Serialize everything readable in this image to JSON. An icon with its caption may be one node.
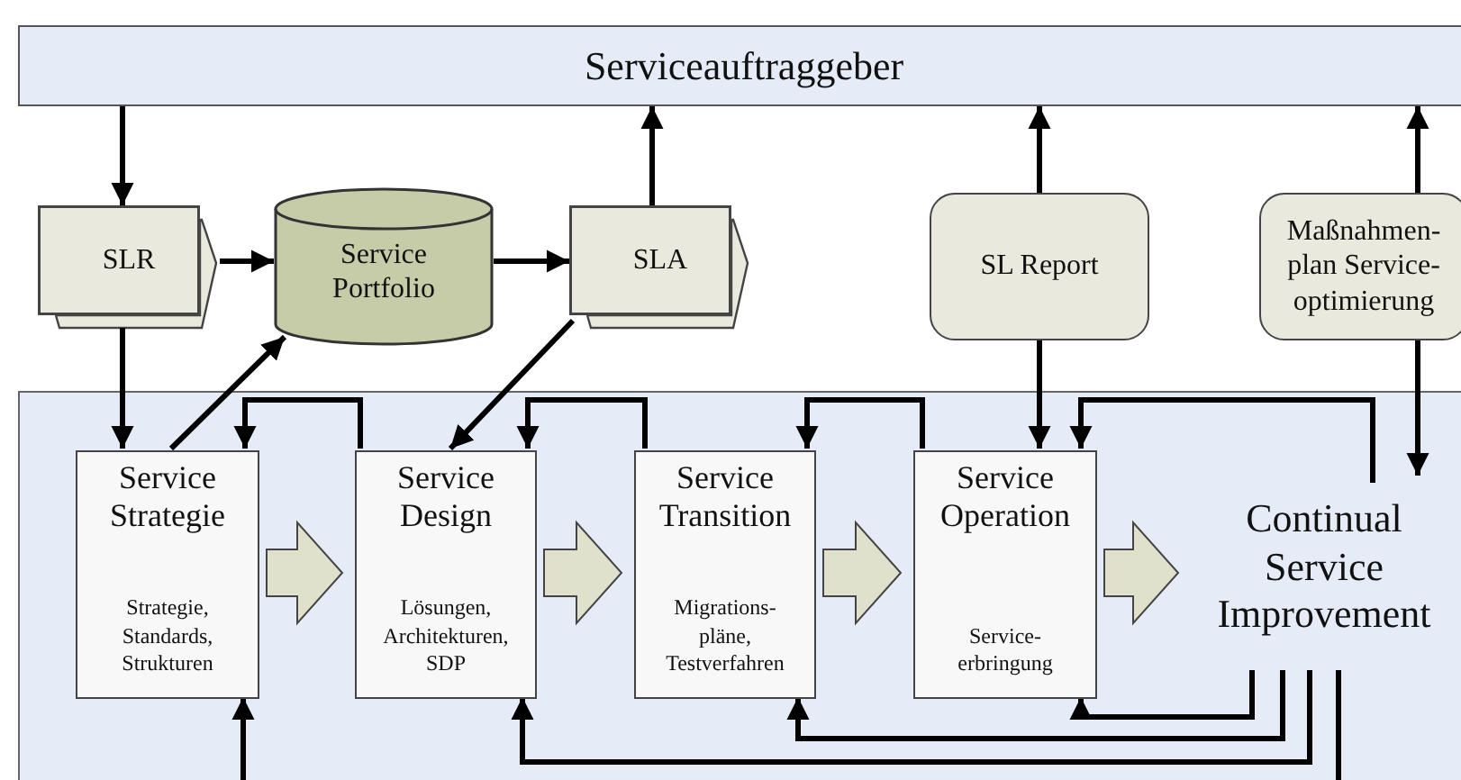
{
  "diagram": {
    "nodes": [
      {
        "text": [
          "Serviceauftraggeber"
        ]
      },
      {
        "text": [
          "SLR"
        ]
      },
      {
        "text": [
          "Service Portfolio"
        ]
      },
      {
        "text": [
          "SLA"
        ]
      },
      {
        "text": [
          "SL Report"
        ]
      },
      {
        "text": [
          "Maßnahmen- plan Service- optimierung"
        ]
      },
      {
        "text": [],
        "shape": "box"
      },
      {
        "text": [
          "Service Strategie",
          "Strategie, Standards, Strukturen"
        ],
        "in": 6
      },
      {
        "text": [
          "Service Design",
          "Lösungen, Architekturen, SDP"
        ],
        "in": 6
      },
      {
        "text": [
          "Service Transition",
          "Migrations- pläne, Testverfahren"
        ],
        "in": 6
      },
      {
        "text": [
          "Service Operation",
          "Service- erbringung"
        ],
        "in": 6
      },
      {
        "text": [
          "Continual Service Improvement"
        ],
        "in": 6
      }
    ],
    "edges": [
      {
        "from": 0,
        "to": 1,
        "arrow": "to"
      },
      {
        "from": 1,
        "to": 2,
        "arrow": "to"
      },
      {
        "from": 2,
        "to": 3,
        "arrow": "to"
      },
      {
        "from": 3,
        "to": 0,
        "arrow": "to"
      },
      {
        "from": 4,
        "to": 0,
        "arrow": "to"
      },
      {
        "from": 5,
        "to": 0,
        "arrow": "to"
      },
      {
        "from": 1,
        "to": 7,
        "arrow": "to"
      },
      {
        "from": 7,
        "to": 2,
        "arrow": "to"
      },
      {
        "from": 3,
        "to": 8,
        "arrow": "to"
      },
      {
        "from": 8,
        "to": 7,
        "arrow": "to"
      },
      {
        "from": 9,
        "to": 8,
        "arrow": "to"
      },
      {
        "from": 10,
        "to": 9,
        "arrow": "to"
      },
      {
        "from": 4,
        "to": 10,
        "arrow": "to"
      },
      {
        "from": 5,
        "to": 11,
        "arrow": "to"
      },
      {
        "from": 11,
        "to": 10,
        "arrow": "to"
      },
      {
        "from": 11,
        "to": 10,
        "arrow": "to"
      },
      {
        "from": 11,
        "to": 9,
        "arrow": "to"
      },
      {
        "from": 11,
        "to": 8,
        "arrow": "to"
      },
      {
        "from": 11,
        "to": null,
        "arrow": "none"
      },
      {
        "from": null,
        "to": 7,
        "arrow": "to"
      },
      {
        "from": 7,
        "to": 8,
        "arrow": "to",
        "style": "thick",
        "color": "#dfe1cc"
      },
      {
        "from": 8,
        "to": 9,
        "arrow": "to",
        "style": "thick",
        "color": "#dfe1cc"
      },
      {
        "from": 9,
        "to": 10,
        "arrow": "to",
        "style": "thick",
        "color": "#dfe1cc"
      },
      {
        "from": 10,
        "to": 11,
        "arrow": "to",
        "style": "thick",
        "color": "#dfe1cc"
      }
    ]
  }
}
